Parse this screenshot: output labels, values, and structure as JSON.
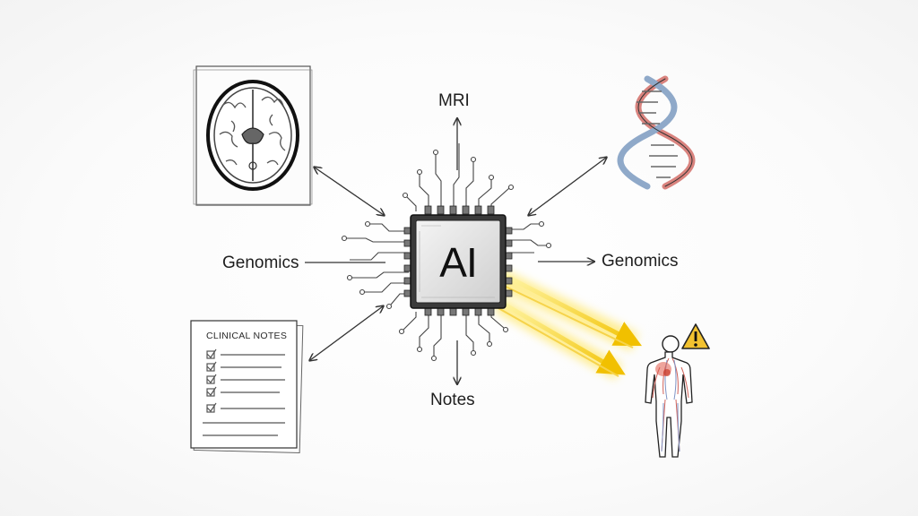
{
  "nodes": {
    "center": {
      "label": "AI"
    },
    "top": {
      "label": "MRI"
    },
    "left": {
      "label": "Genomics"
    },
    "right": {
      "label": "Genomics"
    },
    "bottom": {
      "label": "Notes"
    }
  },
  "clinical_notes": {
    "title": "CLINICAL NOTES",
    "checked_items": 5
  },
  "icons": [
    "brain-scan-icon",
    "dna-helix-icon",
    "clinical-notes-icon",
    "human-body-icon",
    "warning-icon",
    "ai-chip-icon"
  ],
  "colors": {
    "highlight": "#f5c400",
    "warning": "#f2c230",
    "dna_red": "#d9837e",
    "dna_blue": "#8fa9c9"
  }
}
